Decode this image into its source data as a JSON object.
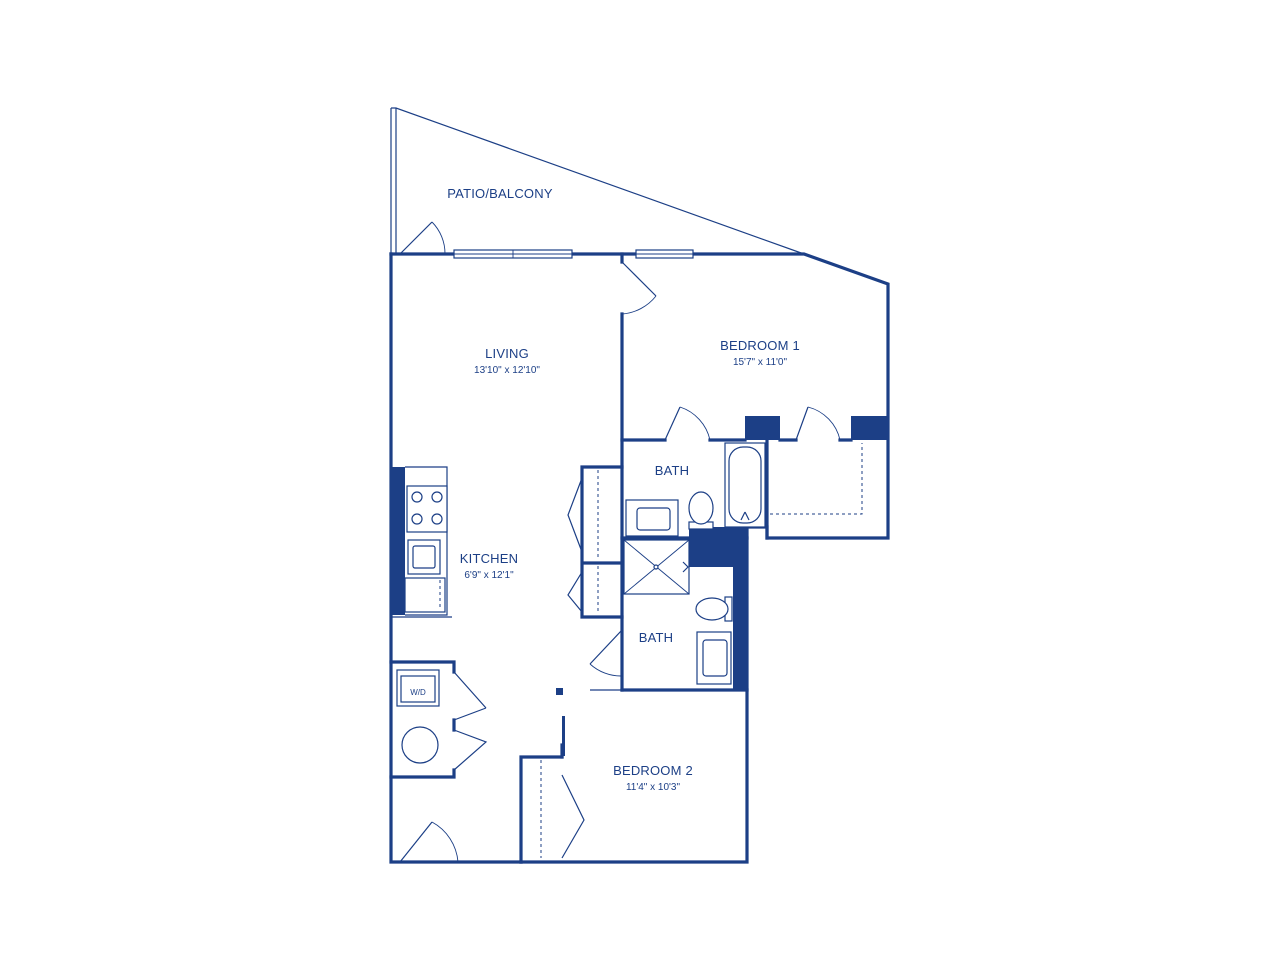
{
  "colors": {
    "ink": "#1c3f86",
    "background": "#ffffff"
  },
  "rooms": {
    "patio": {
      "name": "PATIO/BALCONY"
    },
    "living": {
      "name": "LIVING",
      "dim": "13'10\" x 12'10\""
    },
    "bedroom1": {
      "name": "BEDROOM 1",
      "dim": "15'7\" x 11'0\""
    },
    "bath1": {
      "name": "BATH"
    },
    "kitchen": {
      "name": "KITCHEN",
      "dim": "6'9\" x 12'1\""
    },
    "bath2": {
      "name": "BATH"
    },
    "bedroom2": {
      "name": "BEDROOM 2",
      "dim": "11'4\" x 10'3\""
    }
  },
  "fixtures": {
    "washer_dryer": "W/D"
  }
}
